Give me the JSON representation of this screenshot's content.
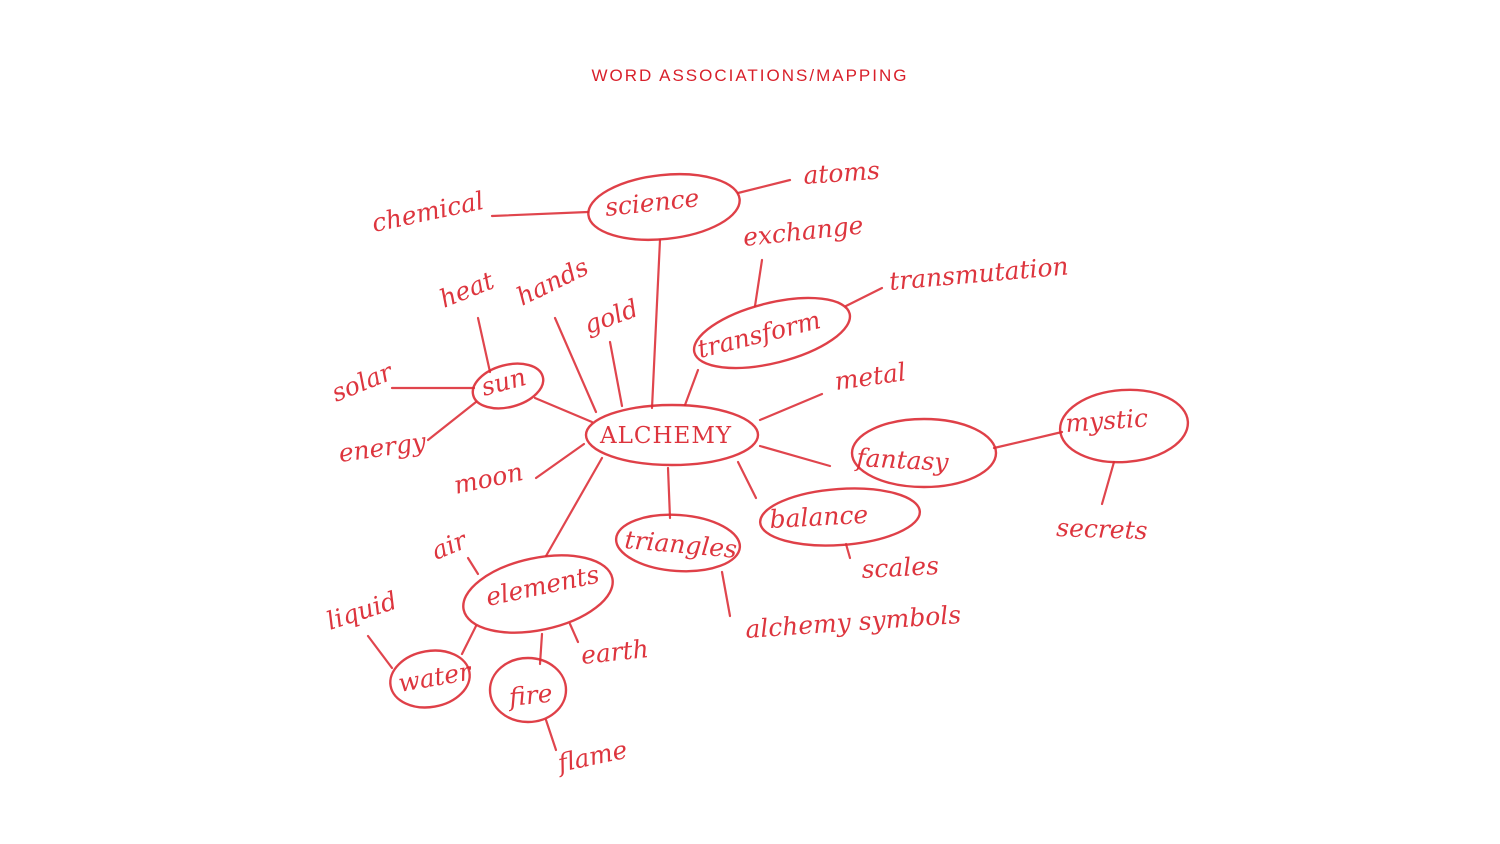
{
  "title": "WORD ASSOCIATIONS/MAPPING",
  "colors": {
    "ink": "#dc2b34",
    "title": "#d81f2a",
    "background": "#ffffff"
  },
  "words": {
    "alchemy": "ALCHEMY",
    "science": "science",
    "chemical": "chemical",
    "atoms": "atoms",
    "exchange": "exchange",
    "transform": "transform",
    "transmutation": "transmutation",
    "heat": "heat",
    "hands": "hands",
    "gold": "gold",
    "sun": "sun",
    "solar": "solar",
    "energy": "energy",
    "moon": "moon",
    "metal": "metal",
    "fantasy": "fantasy",
    "mystic": "mystic",
    "secrets": "secrets",
    "balance": "balance",
    "scales": "scales",
    "triangles": "triangles",
    "alchemy_symbols": "alchemy symbols",
    "elements": "elements",
    "air": "air",
    "liquid": "liquid",
    "water": "water",
    "fire": "fire",
    "flame": "flame",
    "earth": "earth"
  }
}
